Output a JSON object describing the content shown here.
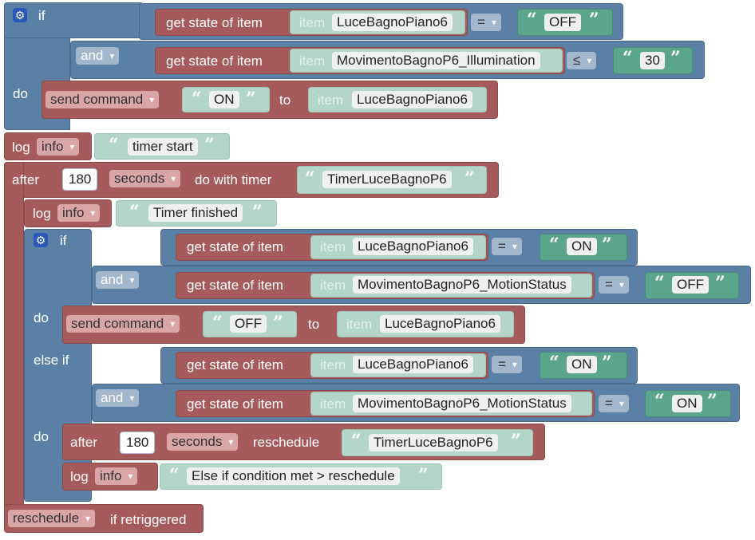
{
  "kw": {
    "if": "if",
    "do": "do",
    "and": "and",
    "else_if": "else if",
    "get_state": "get state of item",
    "item": "item",
    "send_command": "send command",
    "to": "to",
    "log": "log",
    "after": "after",
    "do_with_timer": "do with timer",
    "reschedule_txt": "reschedule",
    "if_retriggered": "if retriggered"
  },
  "outer_if": {
    "cond1": {
      "item": "LuceBagnoPiano6",
      "op": "=",
      "value": "OFF"
    },
    "logic": "and",
    "cond2": {
      "item": "MovimentoBagnoP6_Illumination",
      "op": "≤",
      "value": "30"
    },
    "do": {
      "command": "ON",
      "item": "LuceBagnoPiano6"
    }
  },
  "log1": {
    "level": "info",
    "message": "timer start"
  },
  "timer": {
    "delay": "180",
    "unit": "seconds",
    "name": "TimerLuceBagnoP6",
    "log": {
      "level": "info",
      "message": "Timer finished"
    },
    "inner_if": {
      "cond1": {
        "item": "LuceBagnoPiano6",
        "op": "=",
        "value": "ON"
      },
      "logic": "and",
      "cond2": {
        "item": "MovimentoBagnoP6_MotionStatus",
        "op": "=",
        "value": "OFF"
      },
      "do": {
        "command": "OFF",
        "item": "LuceBagnoPiano6"
      }
    },
    "else_if": {
      "cond1": {
        "item": "LuceBagnoPiano6",
        "op": "=",
        "value": "ON"
      },
      "logic": "and",
      "cond2": {
        "item": "MovimentoBagnoP6_MotionStatus",
        "op": "=",
        "value": "ON"
      },
      "after": {
        "delay": "180",
        "unit": "seconds",
        "label": "reschedule",
        "timer": "TimerLuceBagnoP6"
      },
      "log": {
        "level": "info",
        "message": "Else if condition met > reschedule"
      }
    },
    "retrigger": "reschedule"
  },
  "colors": {
    "logic": "#5b80a5",
    "items": "#a55b5b",
    "text": "#5ba58c",
    "text_light": "#b3d6c9"
  }
}
